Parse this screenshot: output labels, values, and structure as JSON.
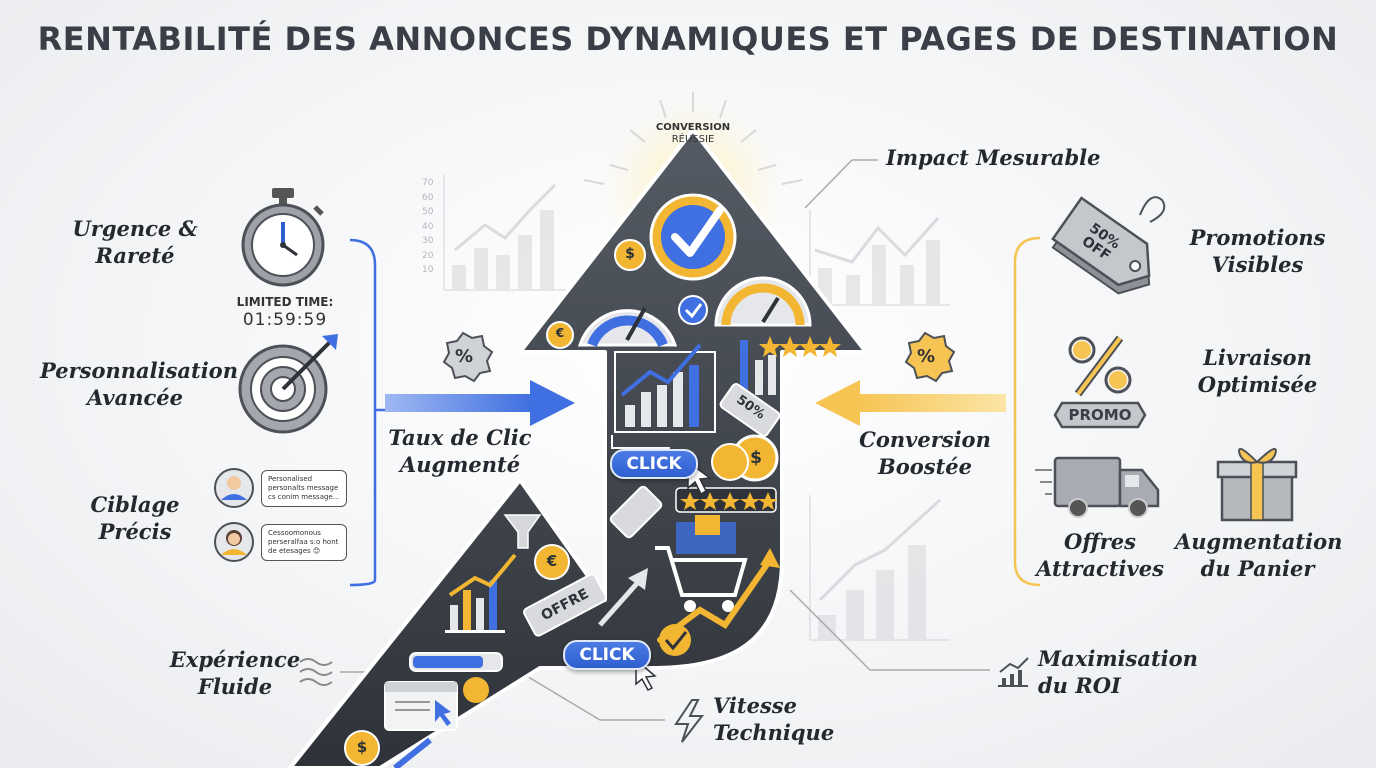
{
  "title": "RENTABILITÉ DES ANNONCES DYNAMIQUES ET PAGES DE DESTINATION",
  "peak": {
    "line1": "CONVERSION",
    "line2": "RÉUSSIE"
  },
  "left_labels": {
    "urgence": "Urgence &\nRareté",
    "personnalisation": "Personnalisation\nAvancée",
    "ciblage": "Ciblage\nPrécis",
    "experience": "Expérience\nFluide"
  },
  "timer": {
    "caption": "LIMITED TIME:",
    "value": "01:59:59"
  },
  "bubbles": {
    "first": "Personalised\npersonalts message\ncs conim message...",
    "second": "Cessoomonous\nperseralfaa s:o hont\nde etesages 😊"
  },
  "center_labels": {
    "taux": "Taux de Clic\nAugmenté",
    "conversion": "Conversion\nBoostée",
    "impact": "Impact Mesurable",
    "vitesse": "Vitesse\nTechnique",
    "roi": "Maximisation\ndu ROI"
  },
  "right_labels": {
    "promotions": "Promotions\nVisibles",
    "livraison": "Livraison\nOptimisée",
    "offres": "Offres\nAttractives",
    "panier": "Augmentation\ndu Panier"
  },
  "icons": {
    "percent_badge": "%",
    "promo_sign": "PROMO",
    "sale_tag": "50%\nOFF",
    "arrow_tag": "50%",
    "offre_tag": "OFFRE",
    "click_label": "CLICK",
    "euro": "€",
    "dollar": "$"
  },
  "mini_chart_axis": [
    "70",
    "60",
    "50",
    "40",
    "30",
    "20",
    "10"
  ],
  "colors": {
    "arrow_body": "#3b3f46",
    "blue_accent": "#3f6fe0",
    "yellow_accent": "#f6c453",
    "gold": "#f2b632"
  }
}
